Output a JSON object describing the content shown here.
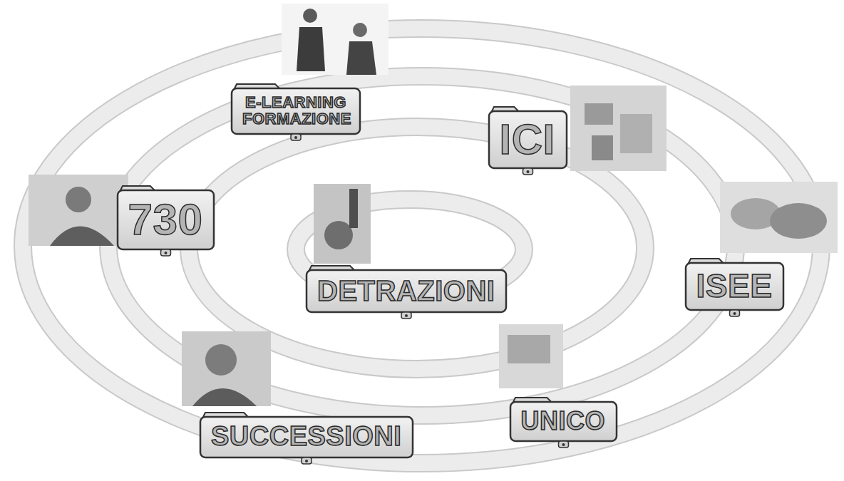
{
  "diagram": {
    "nodes": [
      {
        "text": [
          "E-LEARNING FORMAZIONE"
        ]
      },
      {
        "text": [
          "ICI"
        ]
      },
      {
        "text": [
          "730"
        ]
      },
      {
        "text": [
          "DETRAZIONI"
        ]
      },
      {
        "text": [
          "ISEE"
        ]
      },
      {
        "text": [
          "UNICO"
        ]
      },
      {
        "text": [
          "SUCCESSIONI"
        ]
      }
    ],
    "edges": []
  }
}
